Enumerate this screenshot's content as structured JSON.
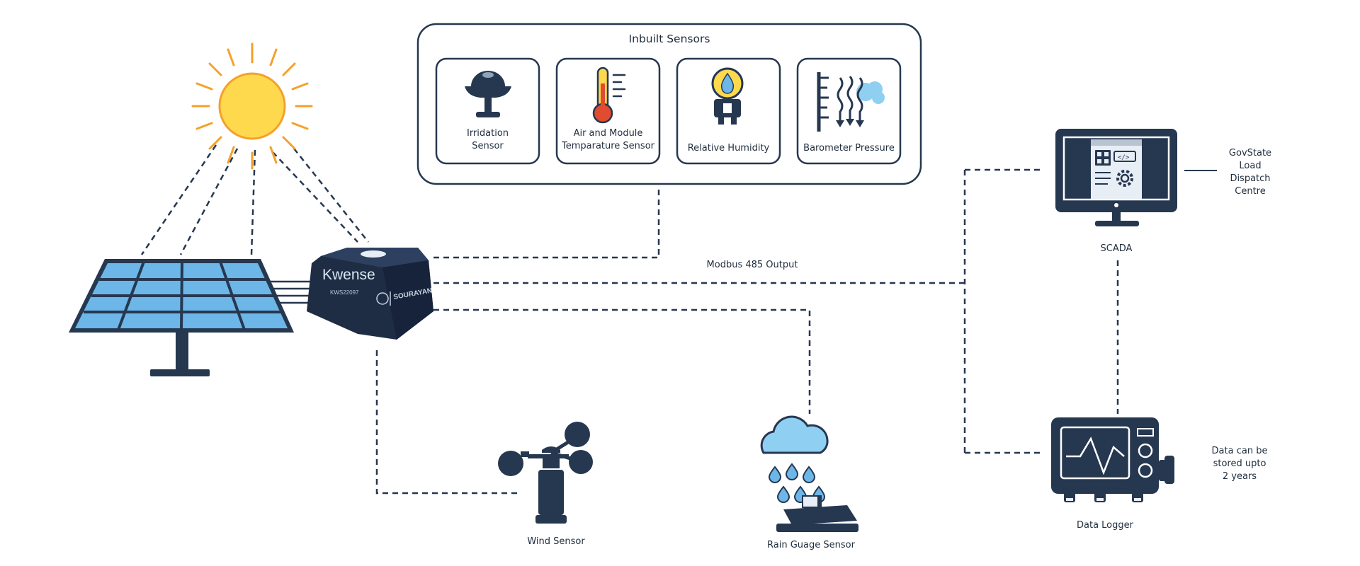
{
  "inbuilt_sensors": {
    "title": "Inbuilt Sensors",
    "items": [
      {
        "label": "Irridation\nSensor",
        "icon": "pyranometer-icon"
      },
      {
        "label": "Air and Module\nTemparature Sensor",
        "icon": "thermometer-icon"
      },
      {
        "label": "Relative Humidity",
        "icon": "humidity-gauge-icon"
      },
      {
        "label": "Barometer Pressure",
        "icon": "barometer-icon"
      }
    ]
  },
  "device": {
    "brand": "Kwense",
    "model": "KWS22097",
    "maker": "SOURAYAN"
  },
  "connections": {
    "modbus_label": "Modbus 485 Output"
  },
  "scada": {
    "label": "SCADA",
    "destination": [
      "GovState",
      "Load",
      "Dispatch",
      "Centre"
    ]
  },
  "data_logger": {
    "label": "Data Logger",
    "note": [
      "Data can be",
      "stored upto",
      "2 years"
    ]
  },
  "wind_sensor": {
    "label": "Wind Sensor"
  },
  "rain_sensor": {
    "label": "Rain Guage Sensor"
  },
  "colors": {
    "navy": "#263750",
    "sky": "#6cb7e8",
    "sun": "#ffd94d",
    "ray": "#f4a12a",
    "thermo_red": "#e14b2f"
  }
}
